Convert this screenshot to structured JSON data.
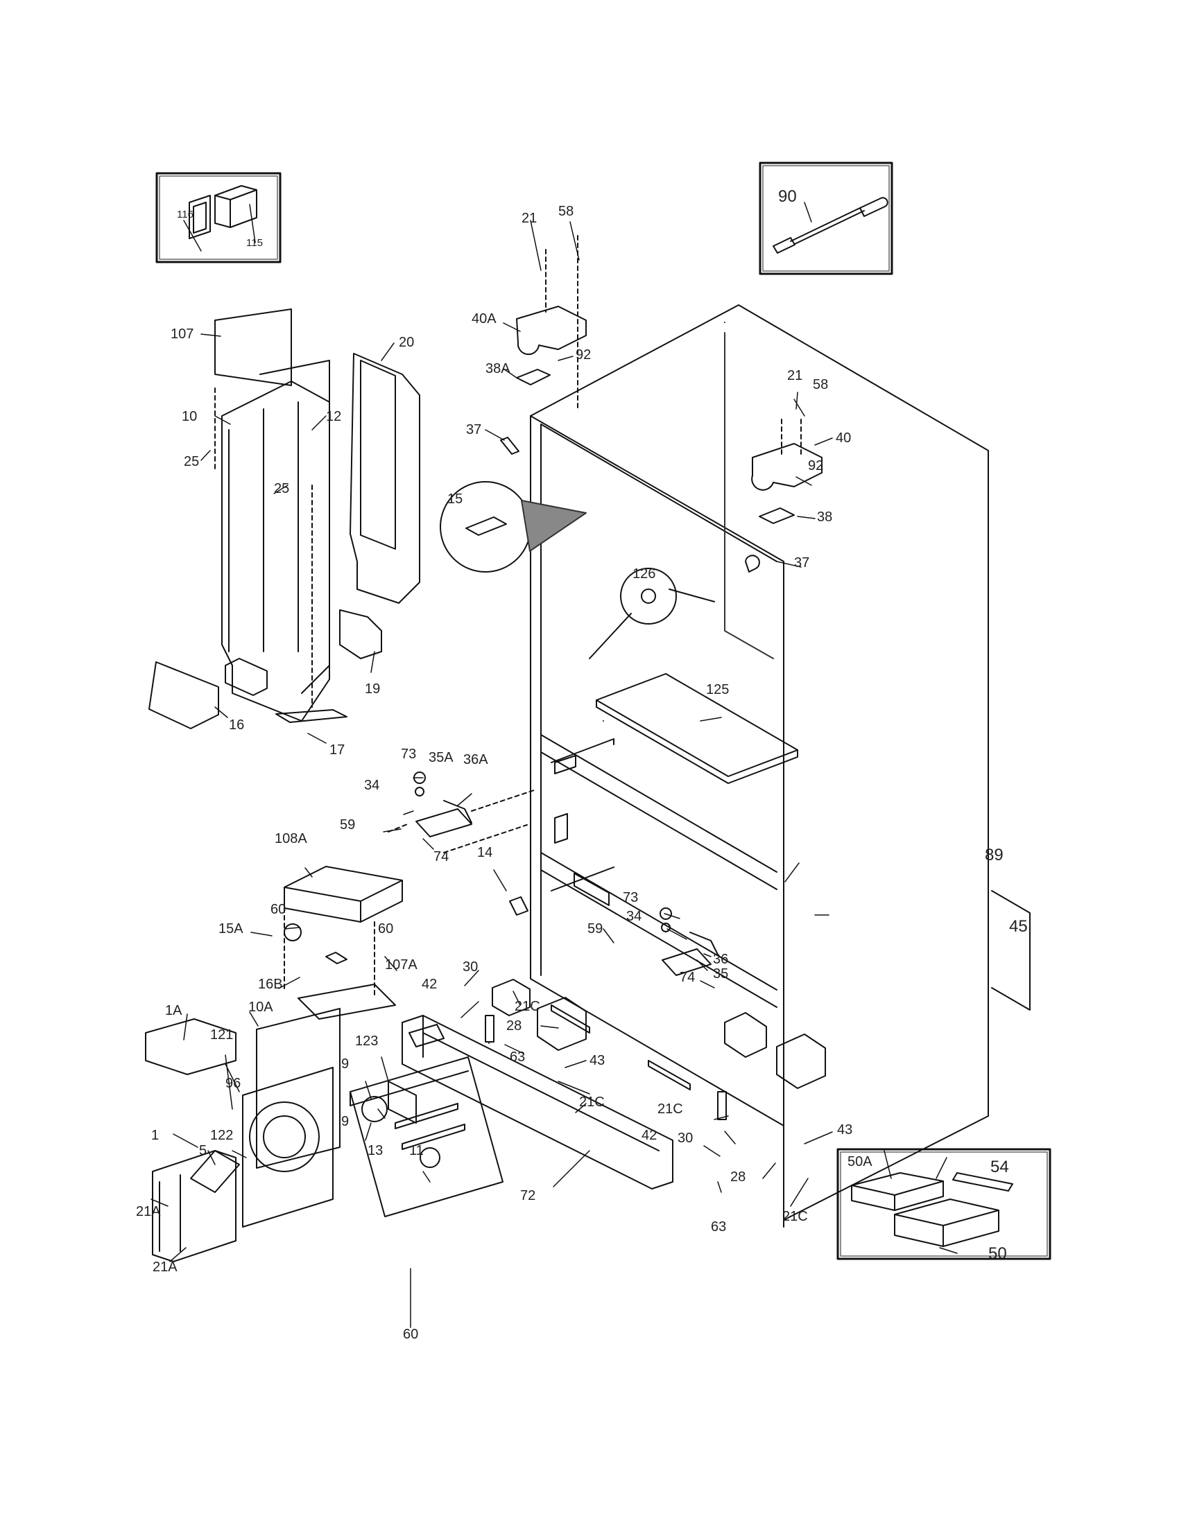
{
  "labels": [
    "116",
    "115",
    "107",
    "20",
    "10",
    "12",
    "25",
    "25",
    "19",
    "16",
    "17",
    "21",
    "58",
    "40A",
    "92",
    "38A",
    "37",
    "15",
    "21",
    "58",
    "40",
    "92",
    "38",
    "37",
    "126",
    "125",
    "73",
    "35A",
    "36A",
    "34",
    "59",
    "74",
    "14",
    "108A",
    "60",
    "15A",
    "60",
    "16B",
    "107A",
    "1A",
    "10A",
    "121",
    "96",
    "123",
    "9",
    "9",
    "13",
    "1",
    "5",
    "122",
    "11",
    "21A",
    "21A",
    "60",
    "72",
    "30",
    "42",
    "21C",
    "28",
    "63",
    "43",
    "21C",
    "73",
    "34",
    "59",
    "36",
    "35",
    "74",
    "21C",
    "42",
    "30",
    "43",
    "28",
    "63",
    "21C",
    "89",
    "45",
    "90",
    "50A",
    "54",
    "50"
  ]
}
